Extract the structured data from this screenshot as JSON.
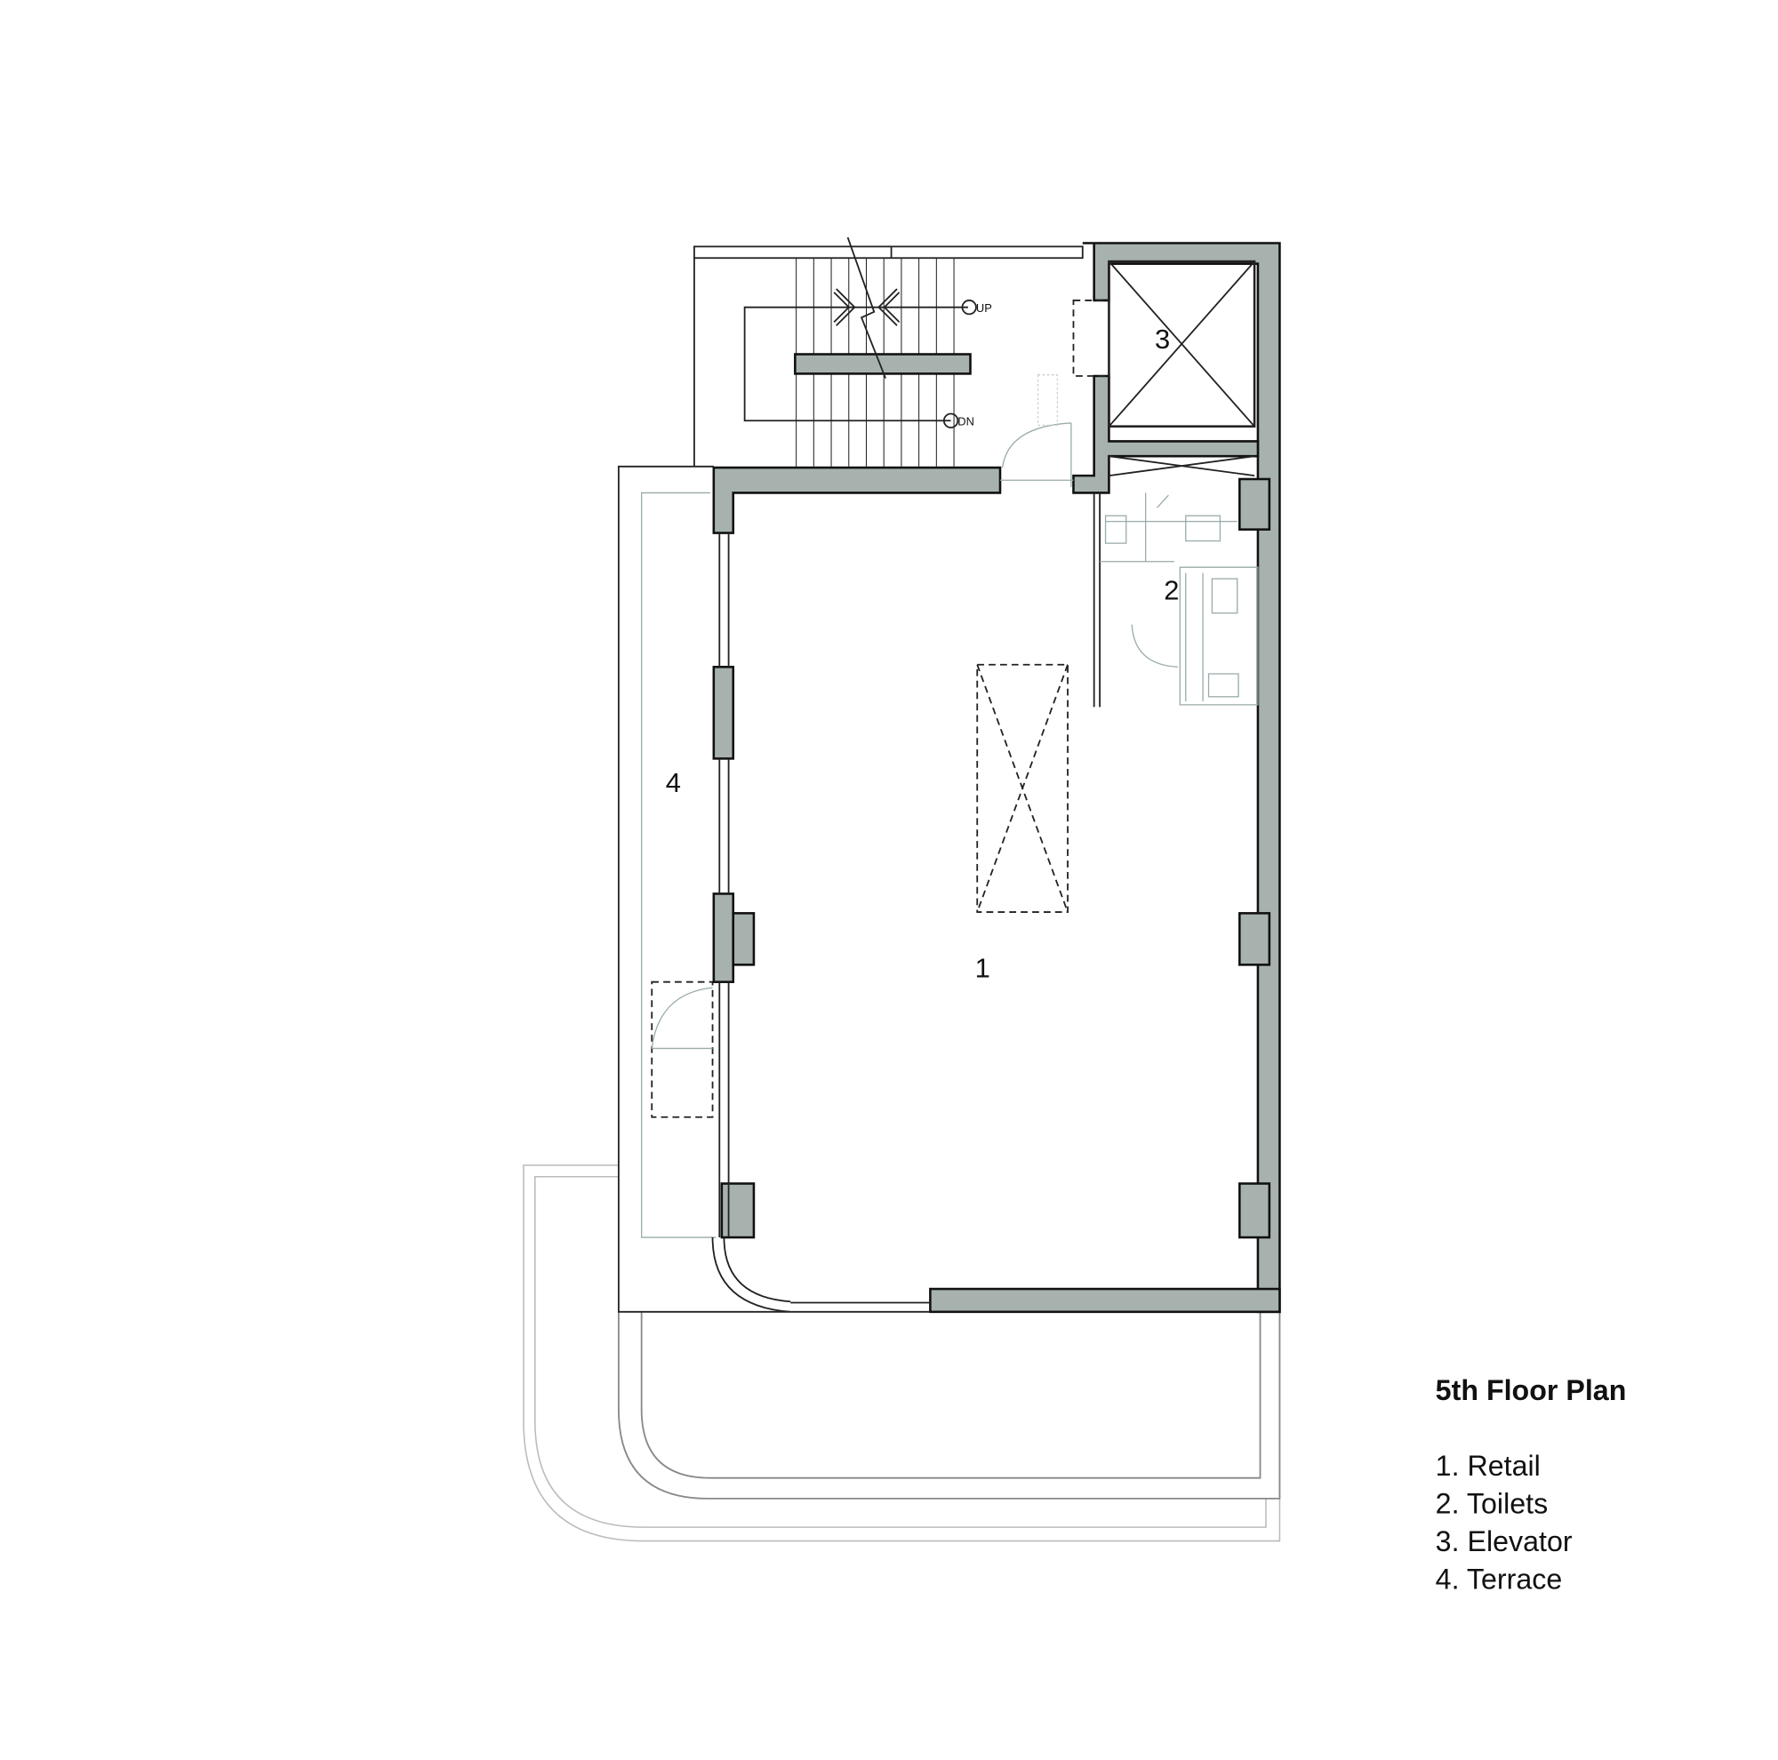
{
  "plan": {
    "title": "5th Floor Plan",
    "room_tags": {
      "retail": "1",
      "toilets": "2",
      "elevator": "3",
      "terrace": "4"
    },
    "stair_up": "UP",
    "stair_down": "DN",
    "wall_color": "#a7b2ae"
  },
  "legend": {
    "items": [
      "1. Retail",
      "2. Toilets",
      "3. Elevator",
      "4. Terrace"
    ]
  }
}
